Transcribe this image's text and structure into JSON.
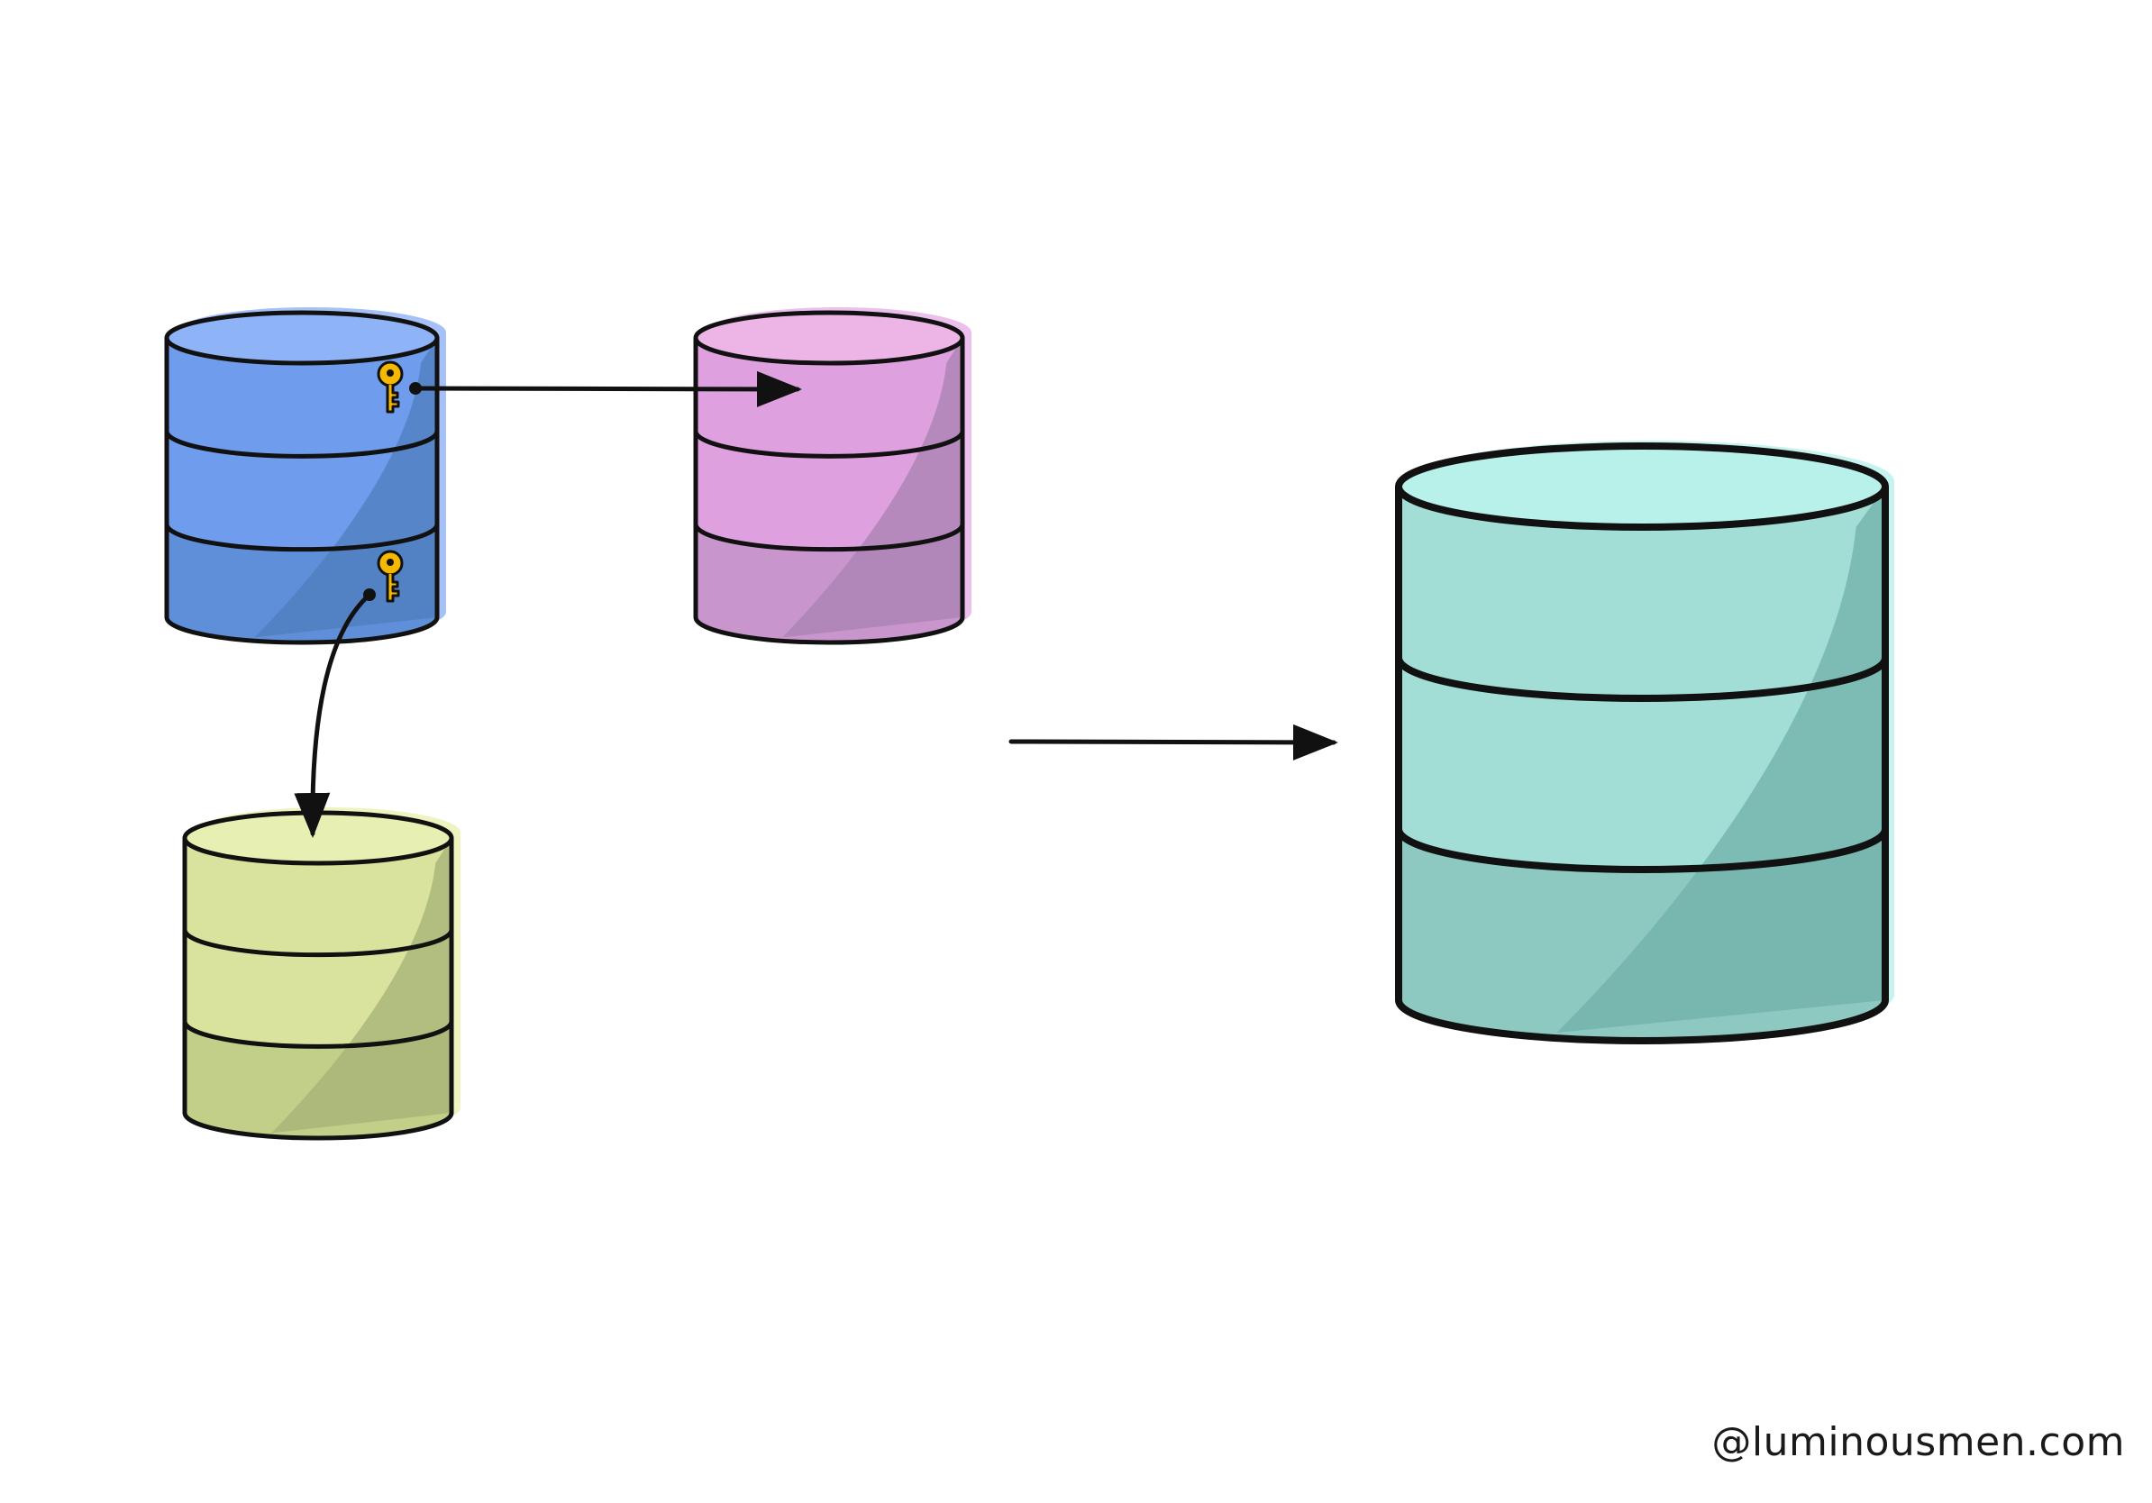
{
  "diagram": {
    "cylinders": [
      {
        "id": "db-blue",
        "colors": {
          "top": "#8fb3f7",
          "body": "#6f9cec",
          "mid": "#5e8fd8",
          "shade": "#4f7dbd",
          "halo": "#8fb1f5"
        }
      },
      {
        "id": "db-purple",
        "colors": {
          "top": "#edb5e6",
          "body": "#dea0df",
          "mid": "#c995cd",
          "shade": "#a882b2",
          "halo": "#e6b0e8"
        }
      },
      {
        "id": "db-green",
        "colors": {
          "top": "#e8efb3",
          "body": "#d9e39d",
          "mid": "#c2cf89",
          "shade": "#a4b177",
          "halo": "#eaf0b0"
        }
      },
      {
        "id": "db-teal",
        "colors": {
          "top": "#b8f0ea",
          "body": "#a2ddd6",
          "mid": "#8ec9c1",
          "shade": "#6fb0a8",
          "halo": "#b8f0ea"
        }
      }
    ],
    "keys": [
      {
        "id": "key-top",
        "cylinder": "db-blue"
      },
      {
        "id": "key-bottom",
        "cylinder": "db-blue"
      }
    ],
    "arrows": [
      {
        "id": "fk-arrow-blue-to-purple",
        "from": "key-top",
        "to": "db-purple"
      },
      {
        "id": "fk-arrow-blue-to-green",
        "from": "key-bottom",
        "to": "db-green"
      },
      {
        "id": "merge-arrow",
        "from": "source-group",
        "to": "db-teal"
      }
    ],
    "key_color": "#f5b800",
    "line_color": "#111111"
  },
  "watermark": "@luminousmen.com"
}
